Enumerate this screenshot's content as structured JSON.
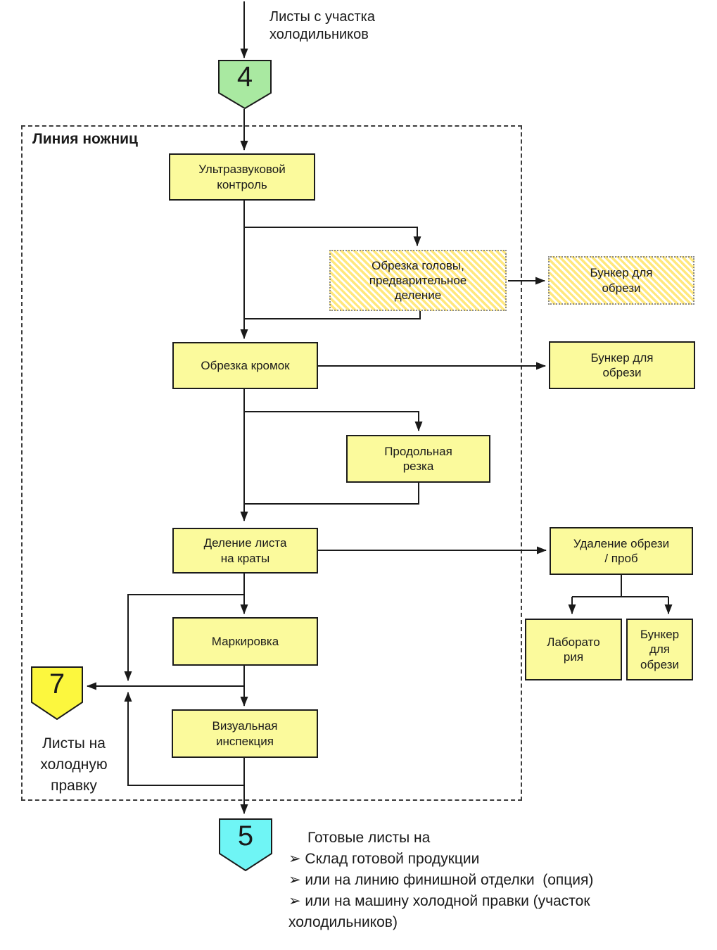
{
  "diagram": {
    "section_title": "Линия ножниц",
    "input_label": "Листы с участка\nхолодильников",
    "connector_in": {
      "number": "4"
    },
    "connector_left": {
      "number": "7",
      "label": "Листы на\nхолодную\nправку"
    },
    "connector_out": {
      "number": "5"
    },
    "nodes": {
      "ultrasonic": "Ультразвуковой\nконтроль",
      "head_cut": "Обрезка головы,\nпредварительное\nделение",
      "scrap_bunker_top": "Бункер для\nобрези",
      "edge_trim": "Обрезка кромок",
      "scrap_bunker_mid": "Бункер для\nобрези",
      "longitudinal_cut": "Продольная\nрезка",
      "sheet_division": "Деление листа\nна краты",
      "scrap_removal": "Удаление обрези\n/ проб",
      "marking": "Маркировка",
      "laboratory": "Лаборато\nрия",
      "scrap_bunker_small": "Бункер\nдля\nобрези",
      "visual_inspection": "Визуальная\nинспекция"
    },
    "output_note": {
      "lines": [
        "Готовые листы на",
        "➢ Склад готовой продукции",
        "➢ или на линию финишной отделки  (опция)",
        "➢ или на машину холодной правки (участок",
        "холодильников)"
      ]
    },
    "colors": {
      "connector_in_fill": "#a9e9a1",
      "connector_left_fill": "#fcf73e",
      "connector_out_fill": "#6ff5f5",
      "node_fill": "#fbfa9c",
      "line_color": "#1a1a1a"
    }
  }
}
